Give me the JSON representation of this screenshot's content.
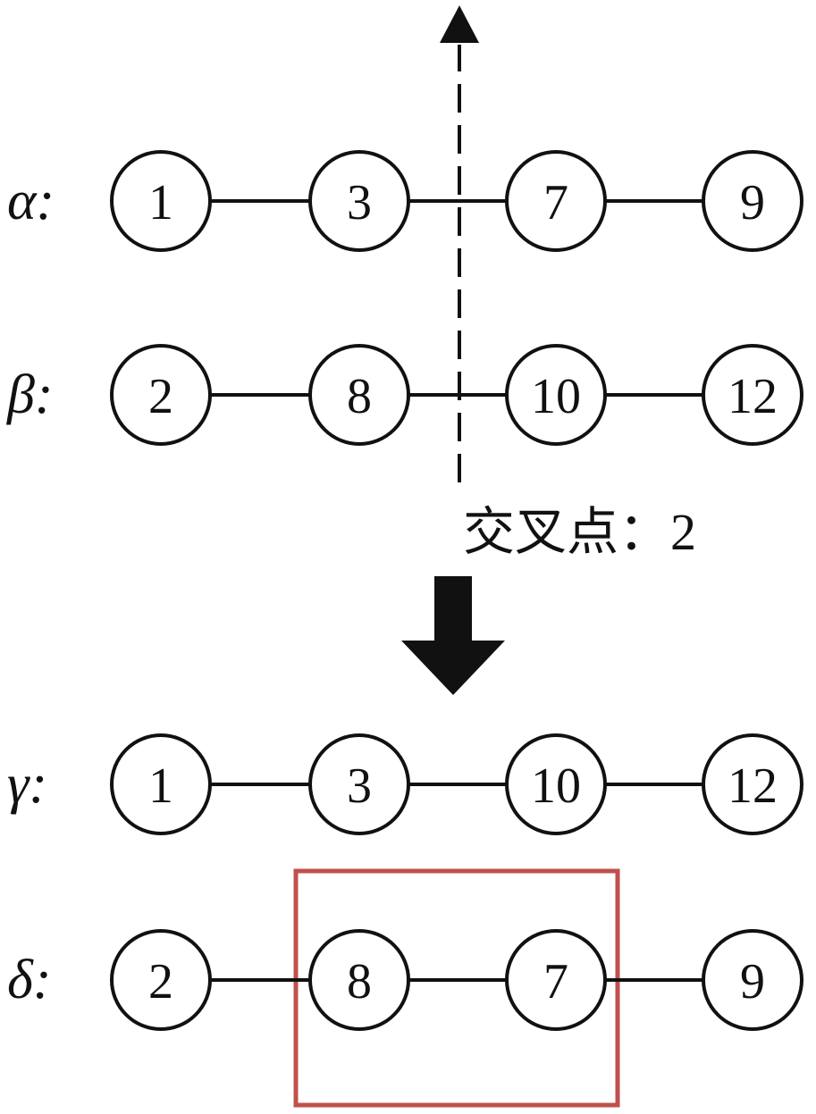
{
  "rows": [
    {
      "label": "α:",
      "nodes": [
        "1",
        "3",
        "7",
        "9"
      ]
    },
    {
      "label": "β:",
      "nodes": [
        "2",
        "8",
        "10",
        "12"
      ]
    },
    {
      "label": "γ:",
      "nodes": [
        "1",
        "3",
        "10",
        "12"
      ]
    },
    {
      "label": "δ:",
      "nodes": [
        "2",
        "8",
        "7",
        "9"
      ]
    }
  ],
  "crossover_label": "交叉点：2",
  "colors": {
    "stroke": "#111111",
    "highlight": "#c0504d",
    "background": "#ffffff"
  }
}
